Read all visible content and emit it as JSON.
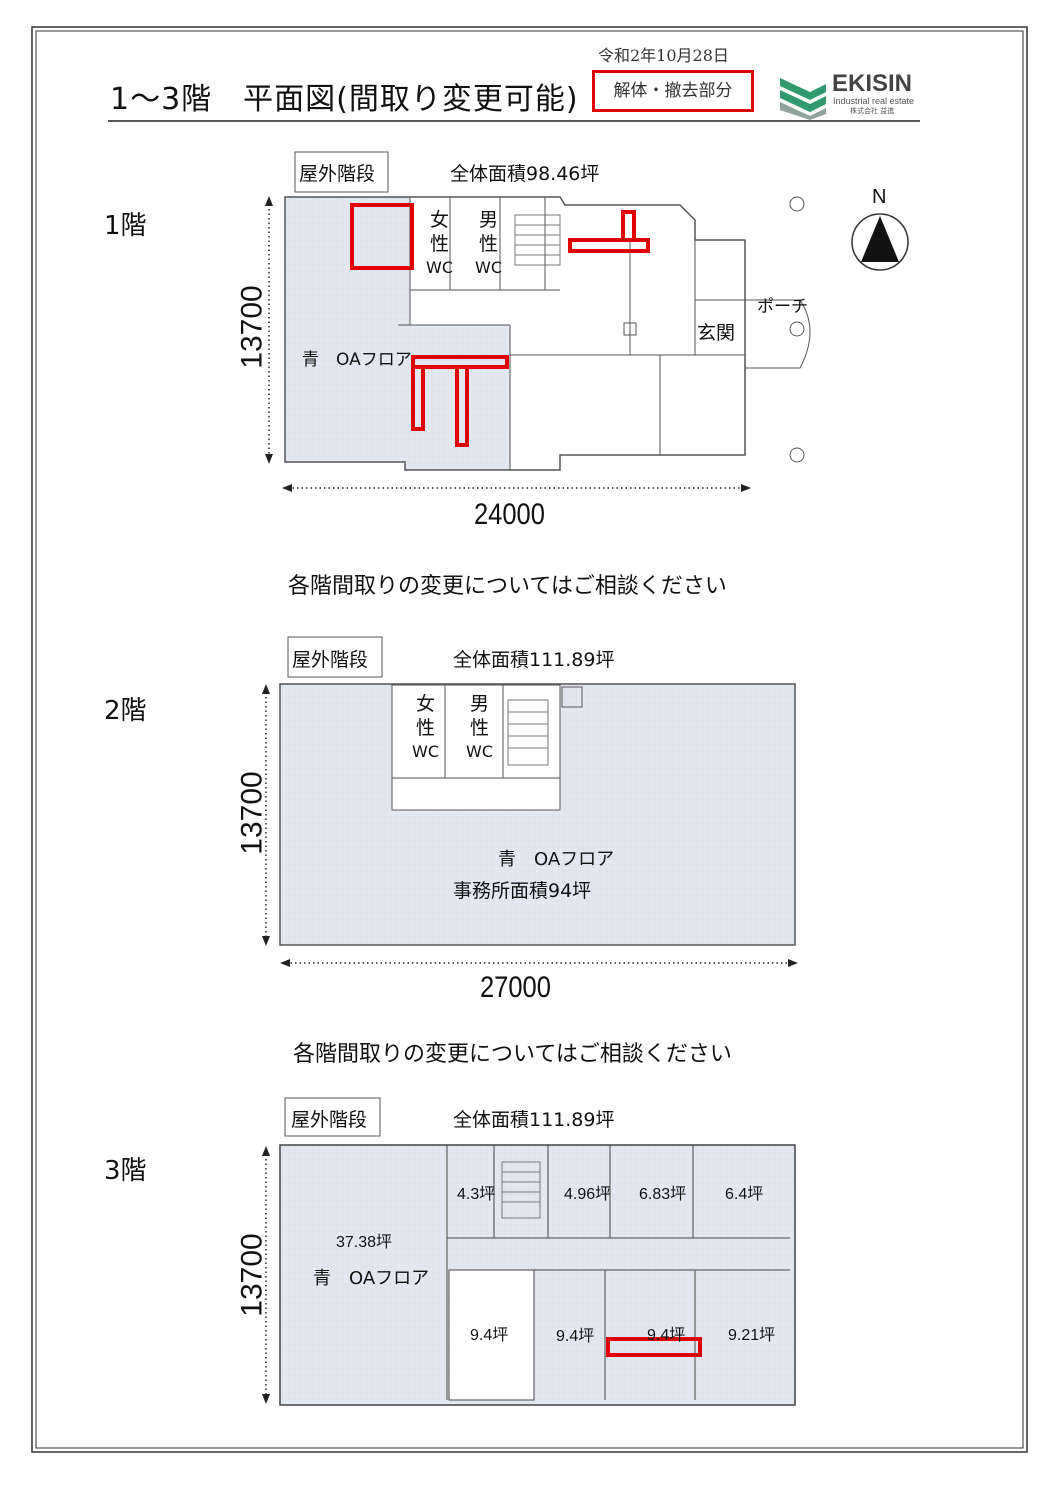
{
  "header": {
    "title": "1〜3階　平面図(間取り変更可能)",
    "date": "令和2年10月28日",
    "legend_label": "解体・撤去部分",
    "legend_color": "#e00000"
  },
  "logo": {
    "name": "EKISIN",
    "tagline": "Industrial real estate",
    "company": "株式会社 益進"
  },
  "compass": {
    "label": "N"
  },
  "floors": [
    {
      "label": "1階",
      "outdoor_stairs": "屋外階段",
      "total_area": "全体面積98.46坪",
      "depth_dim": "13700",
      "width_dim": "24000",
      "note": "各階間取りの変更についてはご相談ください",
      "rooms": {
        "female_wc": [
          "女",
          "性",
          "WC"
        ],
        "male_wc": [
          "男",
          "性",
          "WC"
        ],
        "oa": "青　OAフロア",
        "entrance": "玄関",
        "porch": "ポーチ"
      }
    },
    {
      "label": "2階",
      "outdoor_stairs": "屋外階段",
      "total_area": "全体面積111.89坪",
      "depth_dim": "13700",
      "width_dim": "27000",
      "note": "各階間取りの変更についてはご相談ください",
      "rooms": {
        "female_wc": [
          "女",
          "性",
          "WC"
        ],
        "male_wc": [
          "男",
          "性",
          "WC"
        ],
        "oa": "青　OAフロア",
        "office_area": "事務所面積94坪"
      }
    },
    {
      "label": "3階",
      "outdoor_stairs": "屋外階段",
      "total_area": "全体面積111.89坪",
      "depth_dim": "13700",
      "rooms": {
        "large": "37.38坪",
        "oa": "青　OAフロア",
        "top": [
          "4.3坪",
          "4.96坪",
          "6.83坪",
          "6.4坪"
        ],
        "bottom": [
          "9.4坪",
          "9.4坪",
          "9.4坪",
          "9.21坪"
        ]
      }
    }
  ],
  "colors": {
    "oa_floor": "#e3e8f0",
    "demolition": "#e00000",
    "logo_green": "#2e9a6e"
  }
}
